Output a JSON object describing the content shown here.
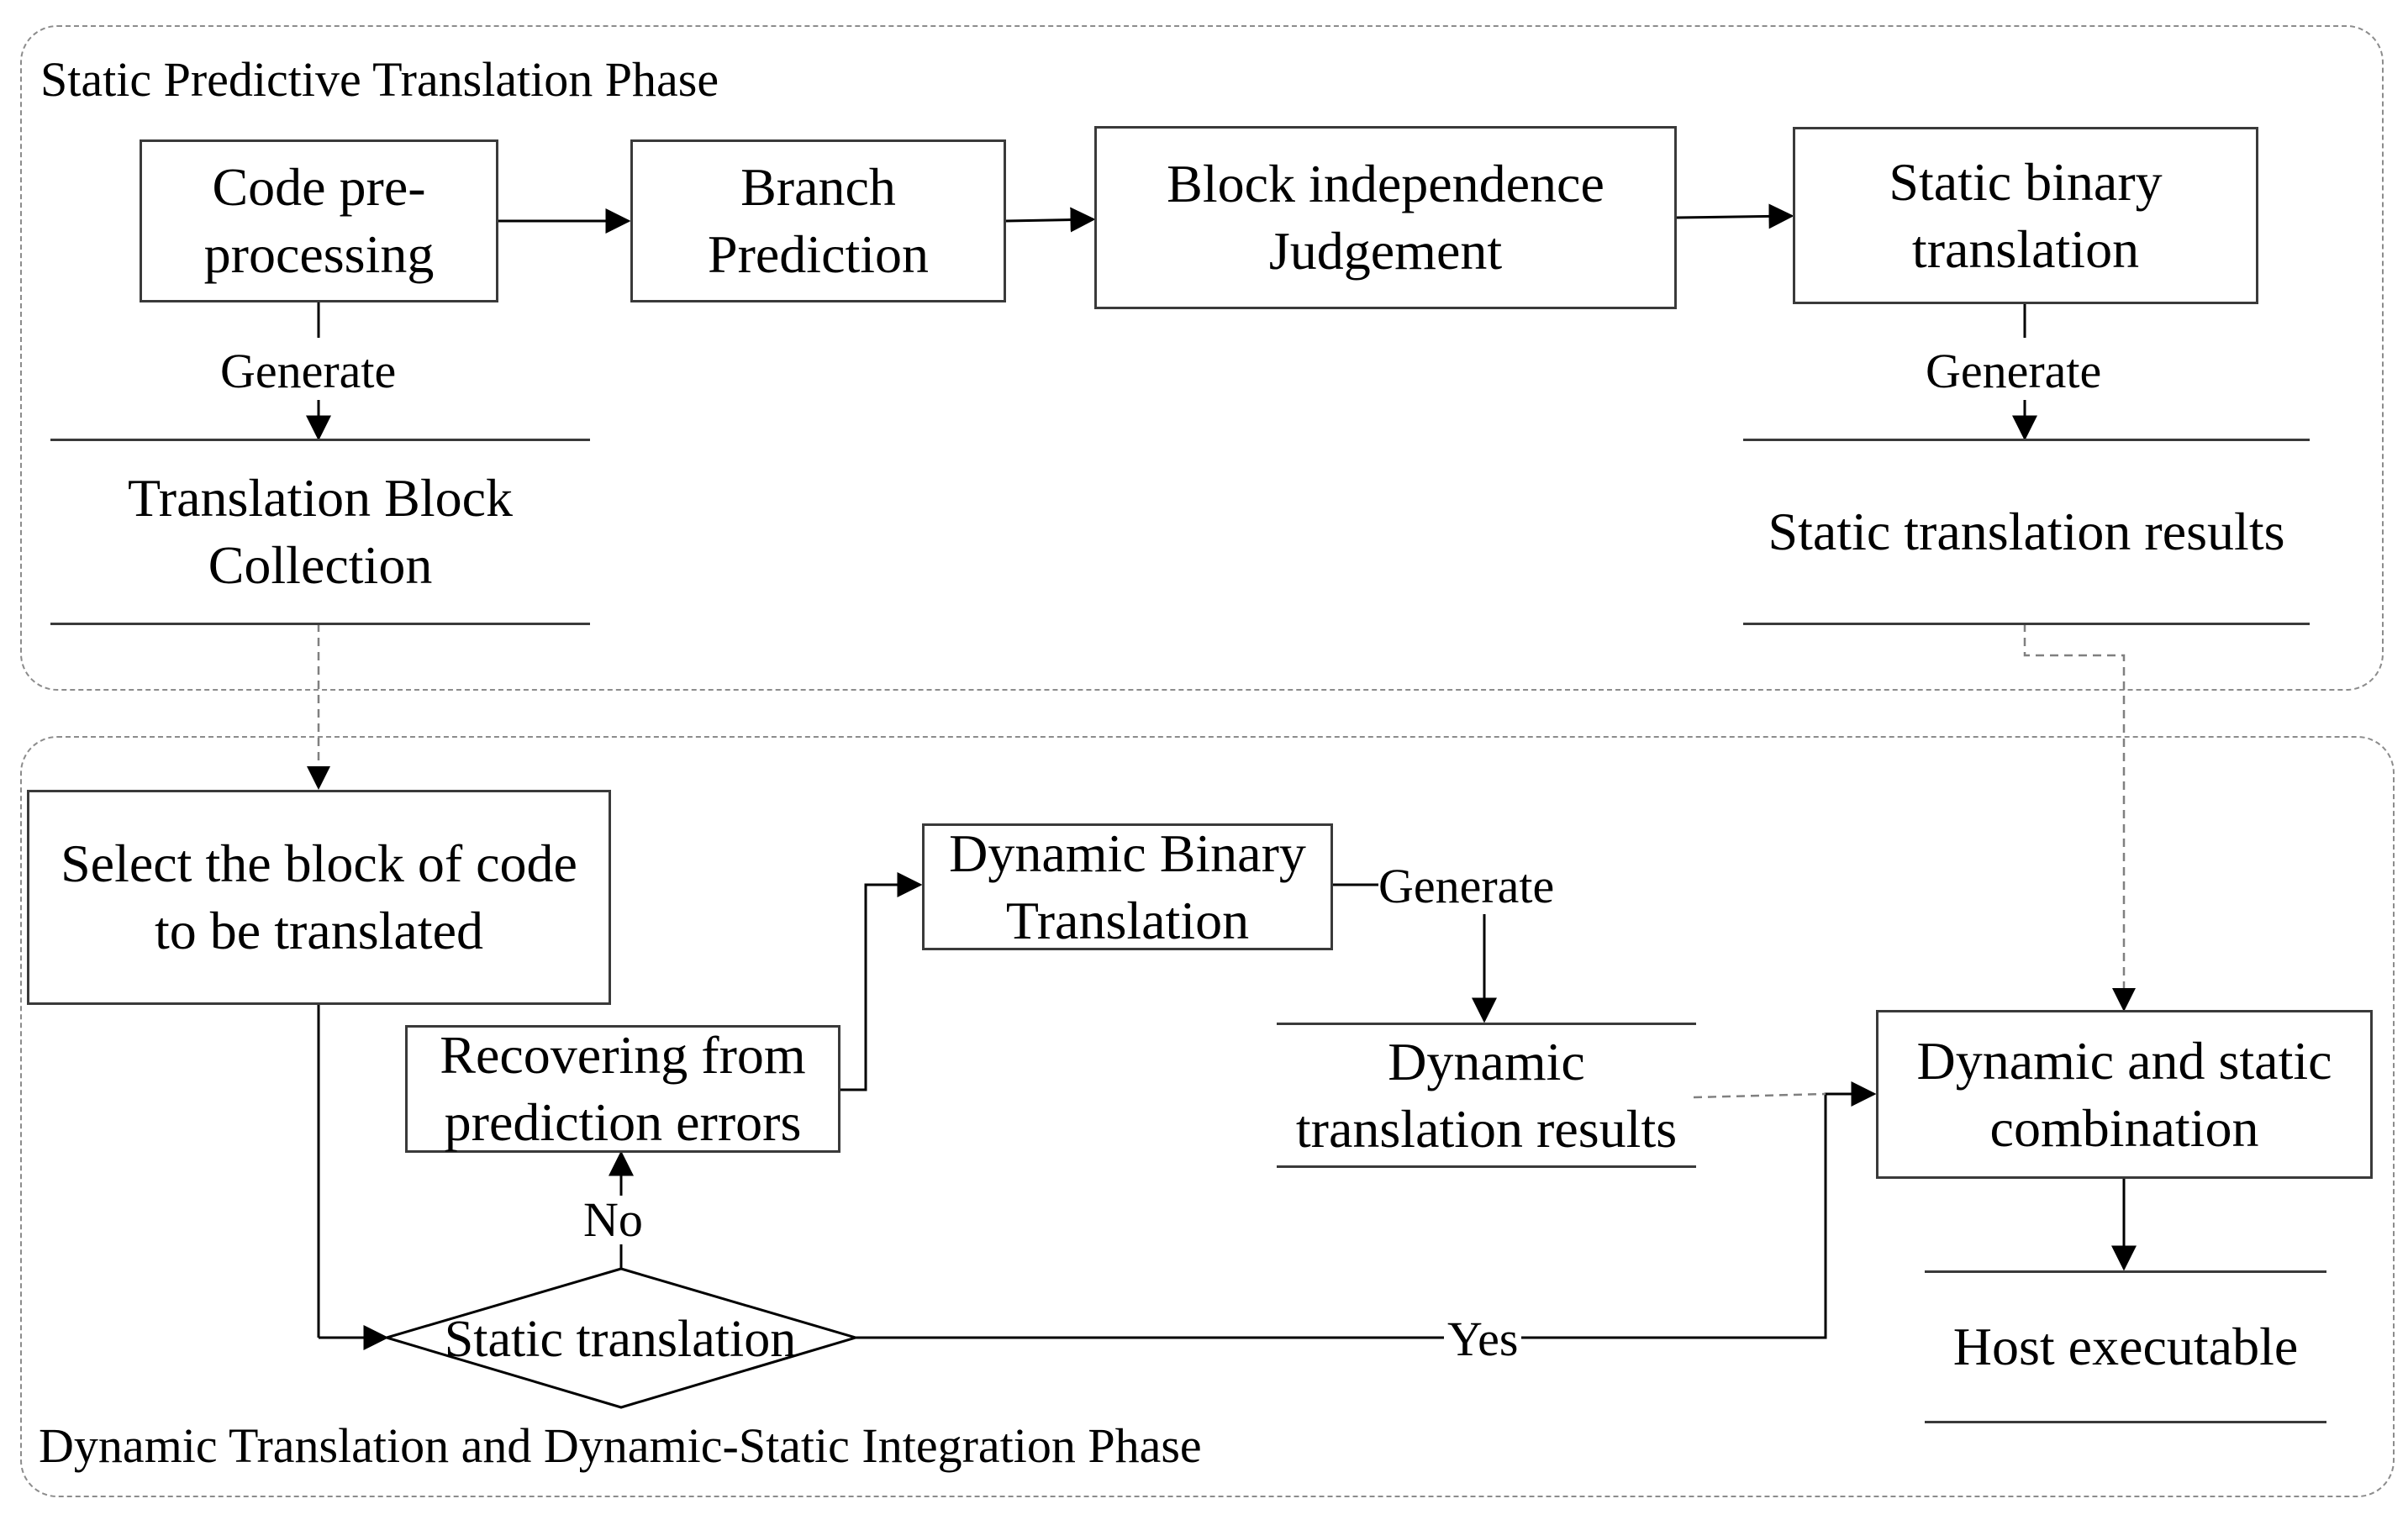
{
  "phases": {
    "static_title": "Static Predictive Translation Phase",
    "dynamic_title": "Dynamic Translation and Dynamic-Static Integration Phase"
  },
  "nodes": {
    "code_preprocessing": [
      "Code pre-",
      "processing"
    ],
    "branch_prediction": [
      "Branch",
      "Prediction"
    ],
    "block_independence": [
      "Block independence",
      "Judgement"
    ],
    "static_binary_translation": [
      "Static binary",
      "translation"
    ],
    "select_block": [
      "Select the block of code",
      "to be translated"
    ],
    "dynamic_binary_translation": [
      "Dynamic Binary",
      "Translation"
    ],
    "recovering": [
      "Recovering from",
      "prediction errors"
    ],
    "static_translation_decision": "Static translation",
    "dynamic_static_combination": [
      "Dynamic and static",
      "combination"
    ]
  },
  "stores": {
    "translation_block_collection": [
      "Translation Block",
      "Collection"
    ],
    "static_translation_results": [
      "Static translation results"
    ],
    "dynamic_translation_results": [
      "Dynamic",
      "translation results"
    ],
    "host_executable": [
      "Host executable"
    ]
  },
  "edge_labels": {
    "generate_left": "Generate",
    "generate_right": "Generate",
    "generate_dynamic": "Generate",
    "no": "No",
    "yes": "Yes"
  }
}
